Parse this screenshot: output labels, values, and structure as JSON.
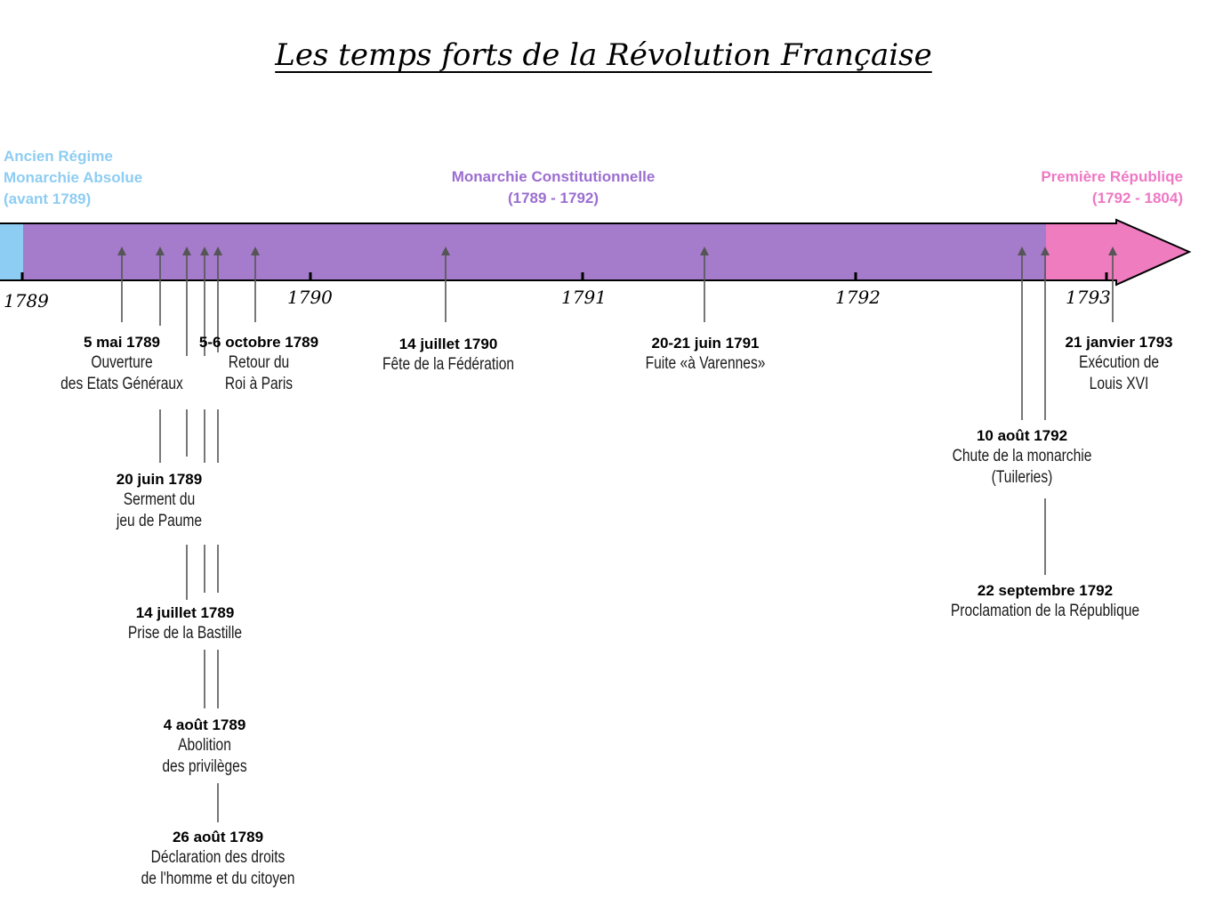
{
  "title": "Les temps forts de la Révolution Française",
  "periods": {
    "ancien": {
      "lines": [
        "Ancien Régime",
        "Monarchie Absolue",
        "(avant 1789)"
      ],
      "color": "#8ecdf3"
    },
    "monarchie": {
      "lines": [
        "Monarchie Constitutionnelle",
        "(1789 - 1792)"
      ],
      "color": "#a57ccb"
    },
    "republique": {
      "lines": [
        "Première Républiqe",
        "(1792 - 1804)"
      ],
      "color": "#f07cc0"
    }
  },
  "years": [
    "1789",
    "1790",
    "1791",
    "1792",
    "1793"
  ],
  "events": [
    {
      "date": "5 mai 1789",
      "lines": [
        "Ouverture",
        "des Etats Généraux"
      ]
    },
    {
      "date": "20 juin 1789",
      "lines": [
        "Serment du",
        "jeu de Paume"
      ]
    },
    {
      "date": "14 juillet 1789",
      "lines": [
        "Prise de la Bastille"
      ]
    },
    {
      "date": "4 août 1789",
      "lines": [
        "Abolition",
        "des privilèges"
      ]
    },
    {
      "date": "26 août 1789",
      "lines": [
        "Déclaration des droits",
        "de l'homme et du citoyen"
      ]
    },
    {
      "date": "5-6 octobre 1789",
      "lines": [
        "Retour du",
        "Roi à Paris"
      ]
    },
    {
      "date": "14 juillet 1790",
      "lines": [
        "Fête de la Fédération"
      ]
    },
    {
      "date": "20-21 juin 1791",
      "lines": [
        "Fuite «à Varennes»"
      ]
    },
    {
      "date": "10 août 1792",
      "lines": [
        "Chute de la monarchie",
        "(Tuileries)"
      ]
    },
    {
      "date": "22 septembre 1792",
      "lines": [
        "Proclamation de la République"
      ]
    },
    {
      "date": "21 janvier 1793",
      "lines": [
        "Exécution de",
        "Louis XVI"
      ]
    }
  ]
}
